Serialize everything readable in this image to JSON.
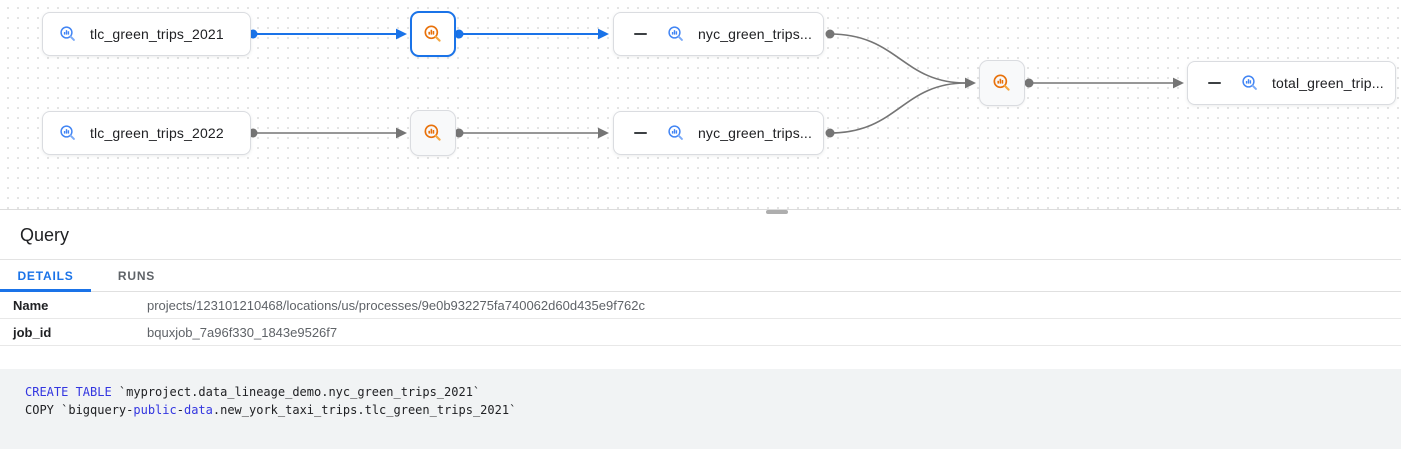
{
  "colors": {
    "accent_blue": "#1a73e8",
    "edge_gray": "#757575",
    "bq_table_main": "#4285f4",
    "bq_table_handle": "#7baaf7",
    "bq_process_main": "#e8710a",
    "bq_process_handle": "#f5a742",
    "keyword_blue": "#3336e0",
    "text_dark": "#202124",
    "text_gray": "#5f6368"
  },
  "graph": {
    "nodes": [
      {
        "label": "tlc_green_trips_2021",
        "type": "table"
      },
      {
        "label": "tlc_green_trips_2022",
        "type": "table"
      },
      {
        "label": "nyc_green_trips...",
        "type": "table"
      },
      {
        "label": "nyc_green_trips...",
        "type": "table"
      },
      {
        "label": "total_green_trip...",
        "type": "table"
      }
    ],
    "process_nodes": 3,
    "selected_process_index": 0
  },
  "query_panel": {
    "title": "Query",
    "tabs": [
      {
        "label": "DETAILS",
        "active": true
      },
      {
        "label": "RUNS",
        "active": false
      }
    ],
    "fields": [
      {
        "label": "Name",
        "value": "projects/123101210468/locations/us/processes/9e0b932275fa740062d60d435e9f762c"
      },
      {
        "label": "job_id",
        "value": "bquxjob_7a96f330_1843e9526f7"
      }
    ],
    "sql": {
      "lines": [
        [
          {
            "text": "CREATE TABLE",
            "style": "keyword"
          },
          {
            "text": " `myproject.data_lineage_demo.nyc_green_trips_2021`",
            "style": "plain"
          }
        ],
        [
          {
            "text": "COPY `bigquery-",
            "style": "plain"
          },
          {
            "text": "public",
            "style": "keyword"
          },
          {
            "text": "-",
            "style": "plain"
          },
          {
            "text": "data",
            "style": "keyword"
          },
          {
            "text": ".new_york_taxi_trips.tlc_green_trips_2021`",
            "style": "plain"
          }
        ]
      ]
    }
  }
}
